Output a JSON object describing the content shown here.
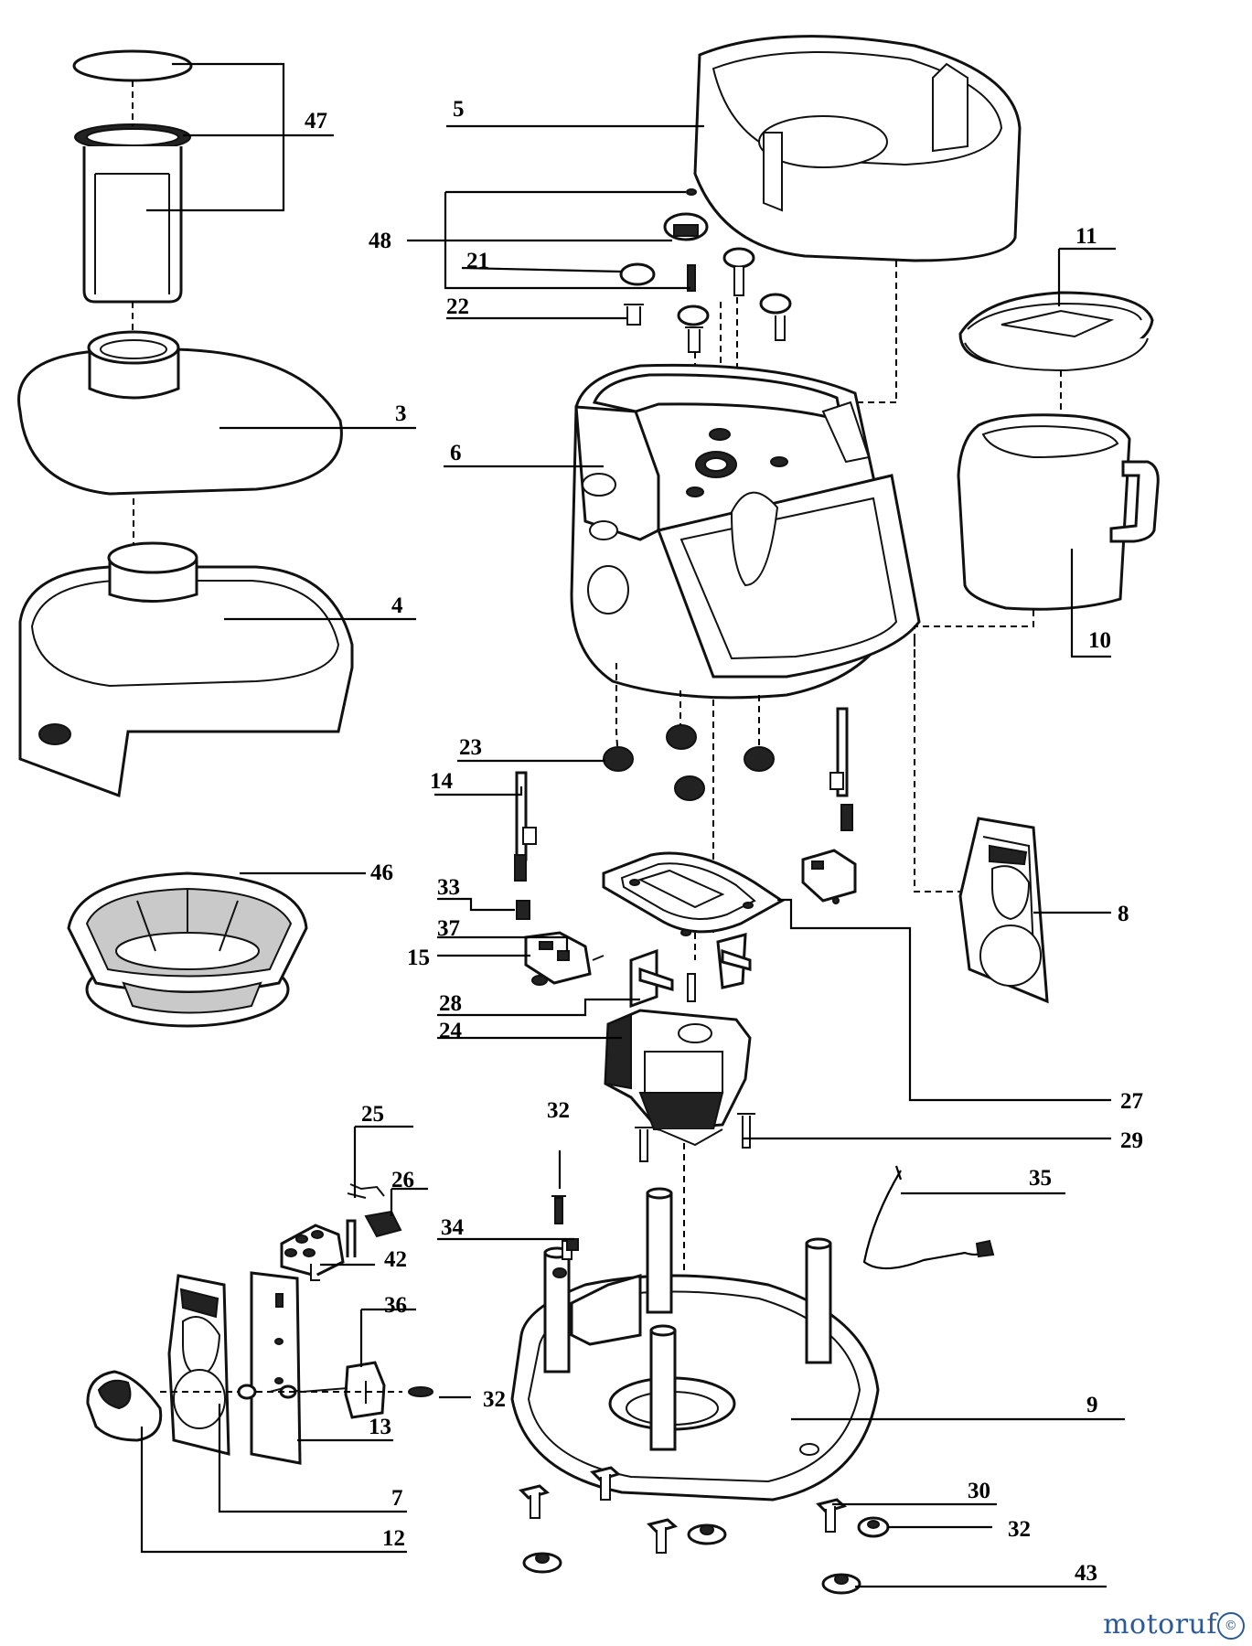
{
  "callouts": [
    {
      "id": "n47",
      "text": "47"
    },
    {
      "id": "n5",
      "text": "5"
    },
    {
      "id": "n48",
      "text": "48"
    },
    {
      "id": "n21",
      "text": "21"
    },
    {
      "id": "n22",
      "text": "22"
    },
    {
      "id": "n11",
      "text": "11"
    },
    {
      "id": "n3",
      "text": "3"
    },
    {
      "id": "n6",
      "text": "6"
    },
    {
      "id": "n4",
      "text": "4"
    },
    {
      "id": "n10",
      "text": "10"
    },
    {
      "id": "n23",
      "text": "23"
    },
    {
      "id": "n14",
      "text": "14"
    },
    {
      "id": "n46",
      "text": "46"
    },
    {
      "id": "n33",
      "text": "33"
    },
    {
      "id": "n37",
      "text": "37"
    },
    {
      "id": "n15",
      "text": "15"
    },
    {
      "id": "n8",
      "text": "8"
    },
    {
      "id": "n28",
      "text": "28"
    },
    {
      "id": "n24",
      "text": "24"
    },
    {
      "id": "n27",
      "text": "27"
    },
    {
      "id": "n25",
      "text": "25"
    },
    {
      "id": "n32a",
      "text": "32"
    },
    {
      "id": "n29",
      "text": "29"
    },
    {
      "id": "n26",
      "text": "26"
    },
    {
      "id": "n35",
      "text": "35"
    },
    {
      "id": "n34",
      "text": "34"
    },
    {
      "id": "n42",
      "text": "42"
    },
    {
      "id": "n36",
      "text": "36"
    },
    {
      "id": "n32b",
      "text": "32"
    },
    {
      "id": "n13",
      "text": "13"
    },
    {
      "id": "n9",
      "text": "9"
    },
    {
      "id": "n7",
      "text": "7"
    },
    {
      "id": "n30",
      "text": "30"
    },
    {
      "id": "n12",
      "text": "12"
    },
    {
      "id": "n32c",
      "text": "32"
    },
    {
      "id": "n43",
      "text": "43"
    }
  ],
  "watermark": {
    "text": "motoruf",
    "badge": "©"
  }
}
